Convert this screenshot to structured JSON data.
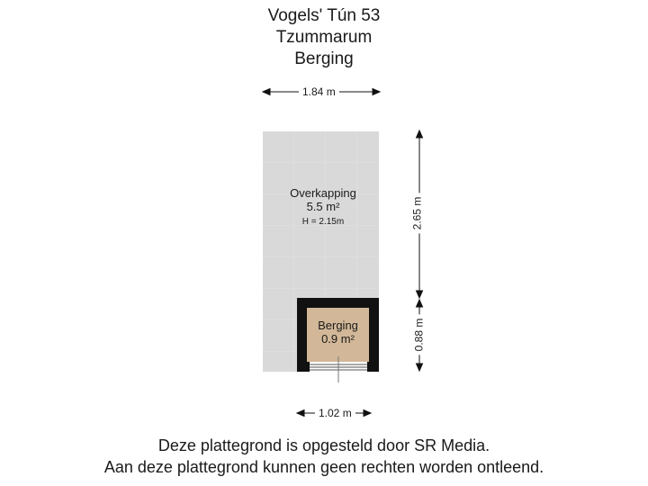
{
  "header": {
    "address": "Vogels' Tún 53",
    "city": "Tzummarum",
    "floor": "Berging"
  },
  "dimensions": {
    "top_width": "1.84 m",
    "right_height_upper": "2.65 m",
    "right_height_lower": "0.88 m",
    "bottom_width": "1.02 m"
  },
  "rooms": {
    "overkapping": {
      "name": "Overkapping",
      "area": "5.5 m²",
      "height": "H = 2.15m"
    },
    "berging": {
      "name": "Berging",
      "area": "0.9 m²"
    }
  },
  "colors": {
    "overkapping_fill": "#d9d9d9",
    "berging_fill": "#d2b898",
    "wall": "#111111"
  },
  "footer": {
    "line1": "Deze plattegrond is opgesteld door SR Media.",
    "line2": "Aan deze plattegrond kunnen geen rechten worden ontleend."
  }
}
